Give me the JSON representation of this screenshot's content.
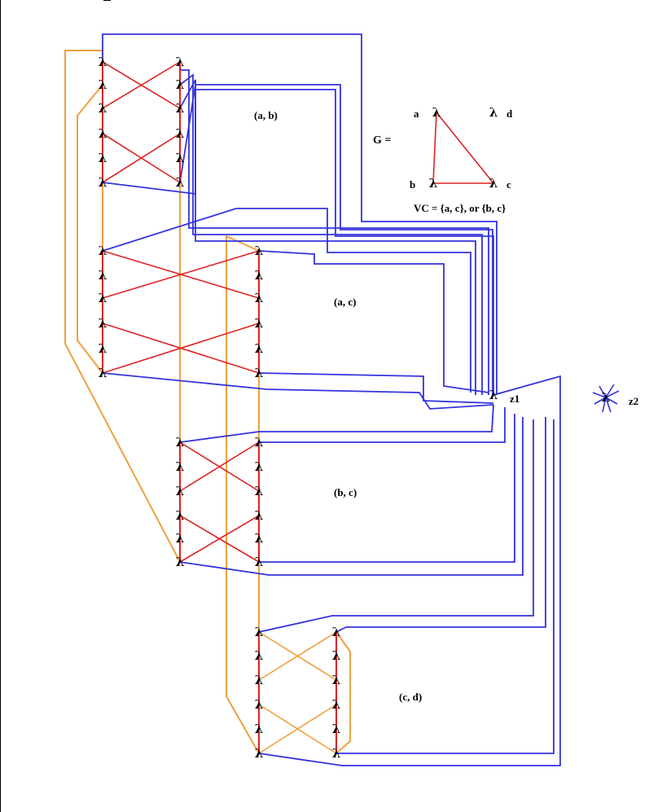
{
  "node_glyph": "λ",
  "colors": {
    "blue": "#3333dd",
    "red": "#dd2222",
    "orange": "#f0a040",
    "black": "#000000"
  },
  "labels": {
    "edge_ab": "(a, b)",
    "edge_ac": "(a, c)",
    "edge_bc": "(b, c)",
    "edge_cd": "(c, d)",
    "g_equals": "G  =",
    "vc": "VC = {a, c}, or {b, c}",
    "z1": "z1",
    "z2": "z2"
  },
  "graph": {
    "nodes": [
      {
        "id": "a",
        "label": "a"
      },
      {
        "id": "b",
        "label": "b"
      },
      {
        "id": "c",
        "label": "c"
      },
      {
        "id": "d",
        "label": "d"
      }
    ],
    "edges": [
      [
        "a",
        "b"
      ],
      [
        "a",
        "c"
      ],
      [
        "b",
        "c"
      ]
    ]
  }
}
